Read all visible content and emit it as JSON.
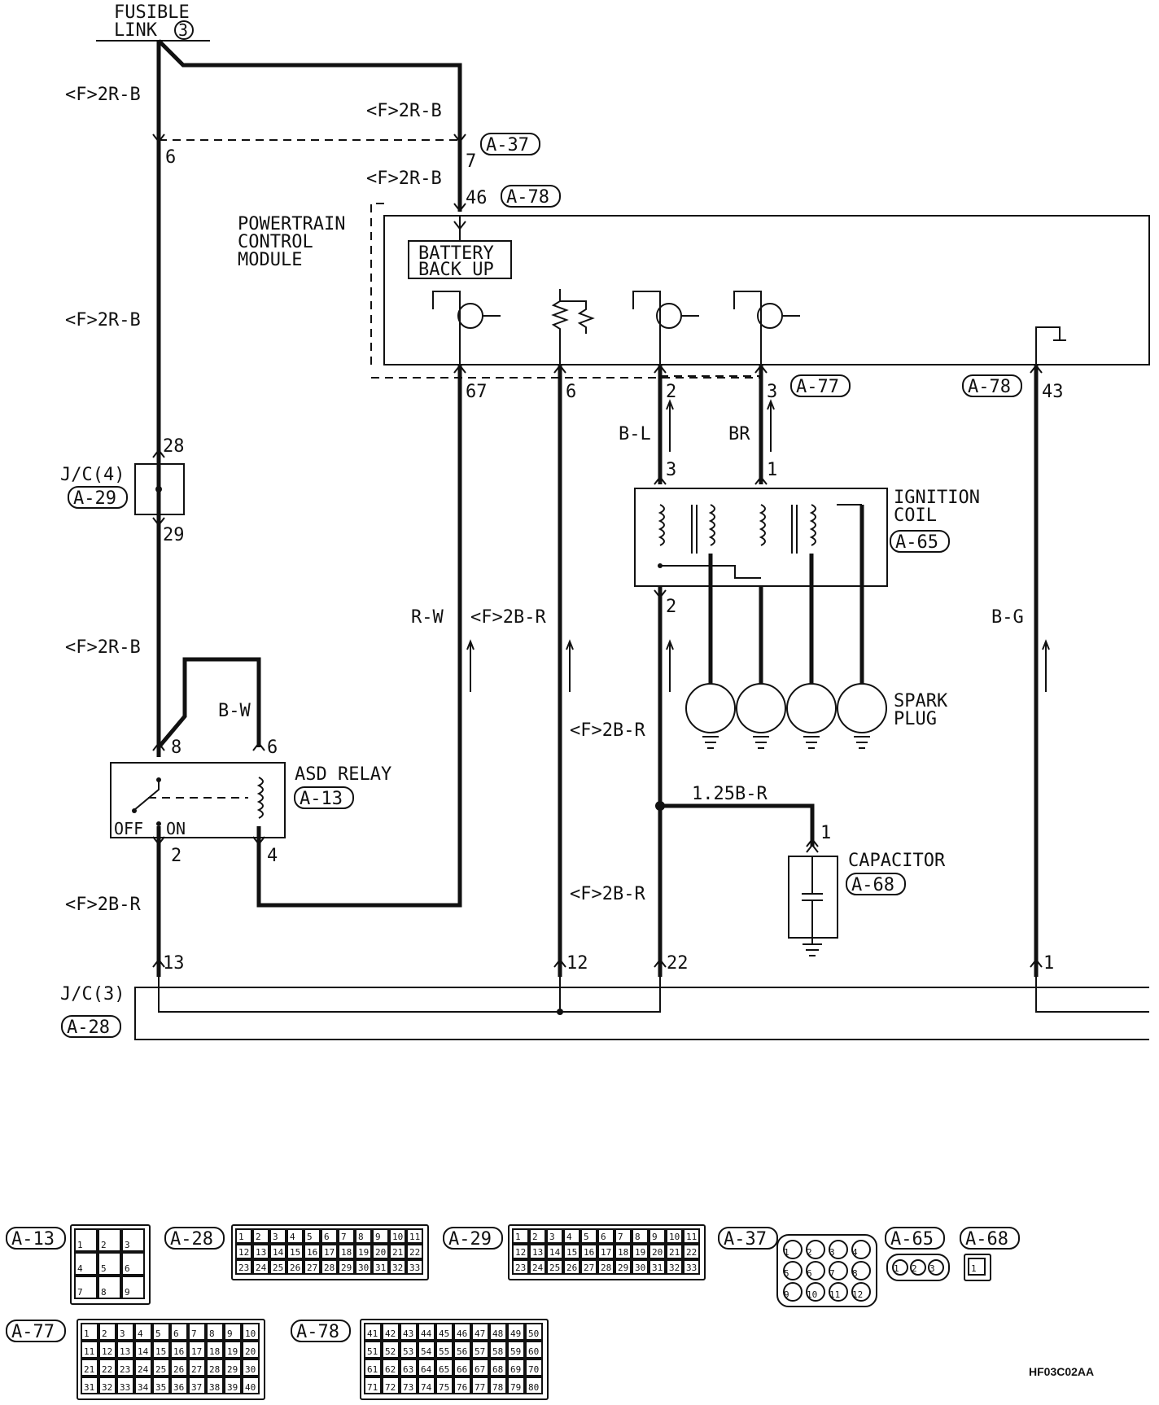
{
  "fusible_link": {
    "line1": "FUSIBLE",
    "line2": "LINK",
    "num": "3"
  },
  "wire_labels": {
    "f2rb": "<F>2R-B",
    "f2br": "<F>2B-R",
    "rw": "R-W",
    "bl": "B-L",
    "br": "BR",
    "bg": "B-G",
    "bw": "B-W",
    "cap_wire": "1.25B-R"
  },
  "pins": {
    "p6": "6",
    "p7": "7",
    "p46": "46",
    "p28": "28",
    "p29": "29",
    "p8": "8",
    "p6r": "6",
    "p2": "2",
    "p4": "4",
    "p13": "13",
    "p67": "67",
    "p6b": "6",
    "p2b": "2",
    "p3b": "3",
    "p43": "43",
    "ig3": "3",
    "ig1": "1",
    "ig2": "2",
    "cap1": "1",
    "jc12": "12",
    "jc22": "22",
    "jc1": "1"
  },
  "connectors": {
    "a37": "A-37",
    "a78": "A-78",
    "a77": "A-77",
    "a29": "A-29",
    "a13": "A-13",
    "a65": "A-65",
    "a68": "A-68",
    "a28": "A-28"
  },
  "components": {
    "pcm_line1": "POWERTRAIN",
    "pcm_line2": "CONTROL",
    "pcm_line3": "MODULE",
    "battery_line1": "BATTERY",
    "battery_line2": "BACK UP",
    "jc4": "J/C(4)",
    "jc3": "J/C(3)",
    "ignition_line1": "IGNITION",
    "ignition_line2": "COIL",
    "spark_line1": "SPARK",
    "spark_line2": "PLUG",
    "asd": "ASD RELAY",
    "off": "OFF",
    "on": "ON",
    "capacitor": "CAPACITOR"
  },
  "connector_faces": {
    "a13": {
      "label": "A-13",
      "rows": [
        [
          "1",
          "2",
          "3"
        ],
        [
          "4",
          "5",
          "6"
        ],
        [
          "7",
          "8",
          "9"
        ]
      ]
    },
    "a28": {
      "label": "A-28",
      "rows": [
        [
          "1",
          "2",
          "3",
          "4",
          "5",
          "6",
          "7",
          "8",
          "9",
          "10",
          "11"
        ],
        [
          "12",
          "13",
          "14",
          "15",
          "16",
          "17",
          "18",
          "19",
          "20",
          "21",
          "22"
        ],
        [
          "23",
          "24",
          "25",
          "26",
          "27",
          "28",
          "29",
          "30",
          "31",
          "32",
          "33"
        ]
      ]
    },
    "a29": {
      "label": "A-29",
      "rows": [
        [
          "1",
          "2",
          "3",
          "4",
          "5",
          "6",
          "7",
          "8",
          "9",
          "10",
          "11"
        ],
        [
          "12",
          "13",
          "14",
          "15",
          "16",
          "17",
          "18",
          "19",
          "20",
          "21",
          "22"
        ],
        [
          "23",
          "24",
          "25",
          "26",
          "27",
          "28",
          "29",
          "30",
          "31",
          "32",
          "33"
        ]
      ]
    },
    "a37": {
      "label": "A-37",
      "rows": [
        [
          "1",
          "2",
          "3",
          "4"
        ],
        [
          "5",
          "6",
          "7",
          "8"
        ],
        [
          "9",
          "10",
          "11",
          "12"
        ]
      ]
    },
    "a65": {
      "label": "A-65",
      "rows": [
        [
          "1",
          "2",
          "3"
        ]
      ]
    },
    "a68": {
      "label": "A-68",
      "rows": [
        [
          "1"
        ]
      ]
    },
    "a77": {
      "label": "A-77",
      "rows": [
        [
          "1",
          "2",
          "3",
          "4",
          "5",
          "6",
          "7",
          "8",
          "9",
          "10"
        ],
        [
          "11",
          "12",
          "13",
          "14",
          "15",
          "16",
          "17",
          "18",
          "19",
          "20"
        ],
        [
          "21",
          "22",
          "23",
          "24",
          "25",
          "26",
          "27",
          "28",
          "29",
          "30"
        ],
        [
          "31",
          "32",
          "33",
          "34",
          "35",
          "36",
          "37",
          "38",
          "39",
          "40"
        ]
      ]
    },
    "a78": {
      "label": "A-78",
      "rows": [
        [
          "41",
          "42",
          "43",
          "44",
          "45",
          "46",
          "47",
          "48",
          "49",
          "50"
        ],
        [
          "51",
          "52",
          "53",
          "54",
          "55",
          "56",
          "57",
          "58",
          "59",
          "60"
        ],
        [
          "61",
          "62",
          "63",
          "64",
          "65",
          "66",
          "67",
          "68",
          "69",
          "70"
        ],
        [
          "71",
          "72",
          "73",
          "74",
          "75",
          "76",
          "77",
          "78",
          "79",
          "80"
        ]
      ]
    }
  },
  "figure_code": "HF03C02AA"
}
